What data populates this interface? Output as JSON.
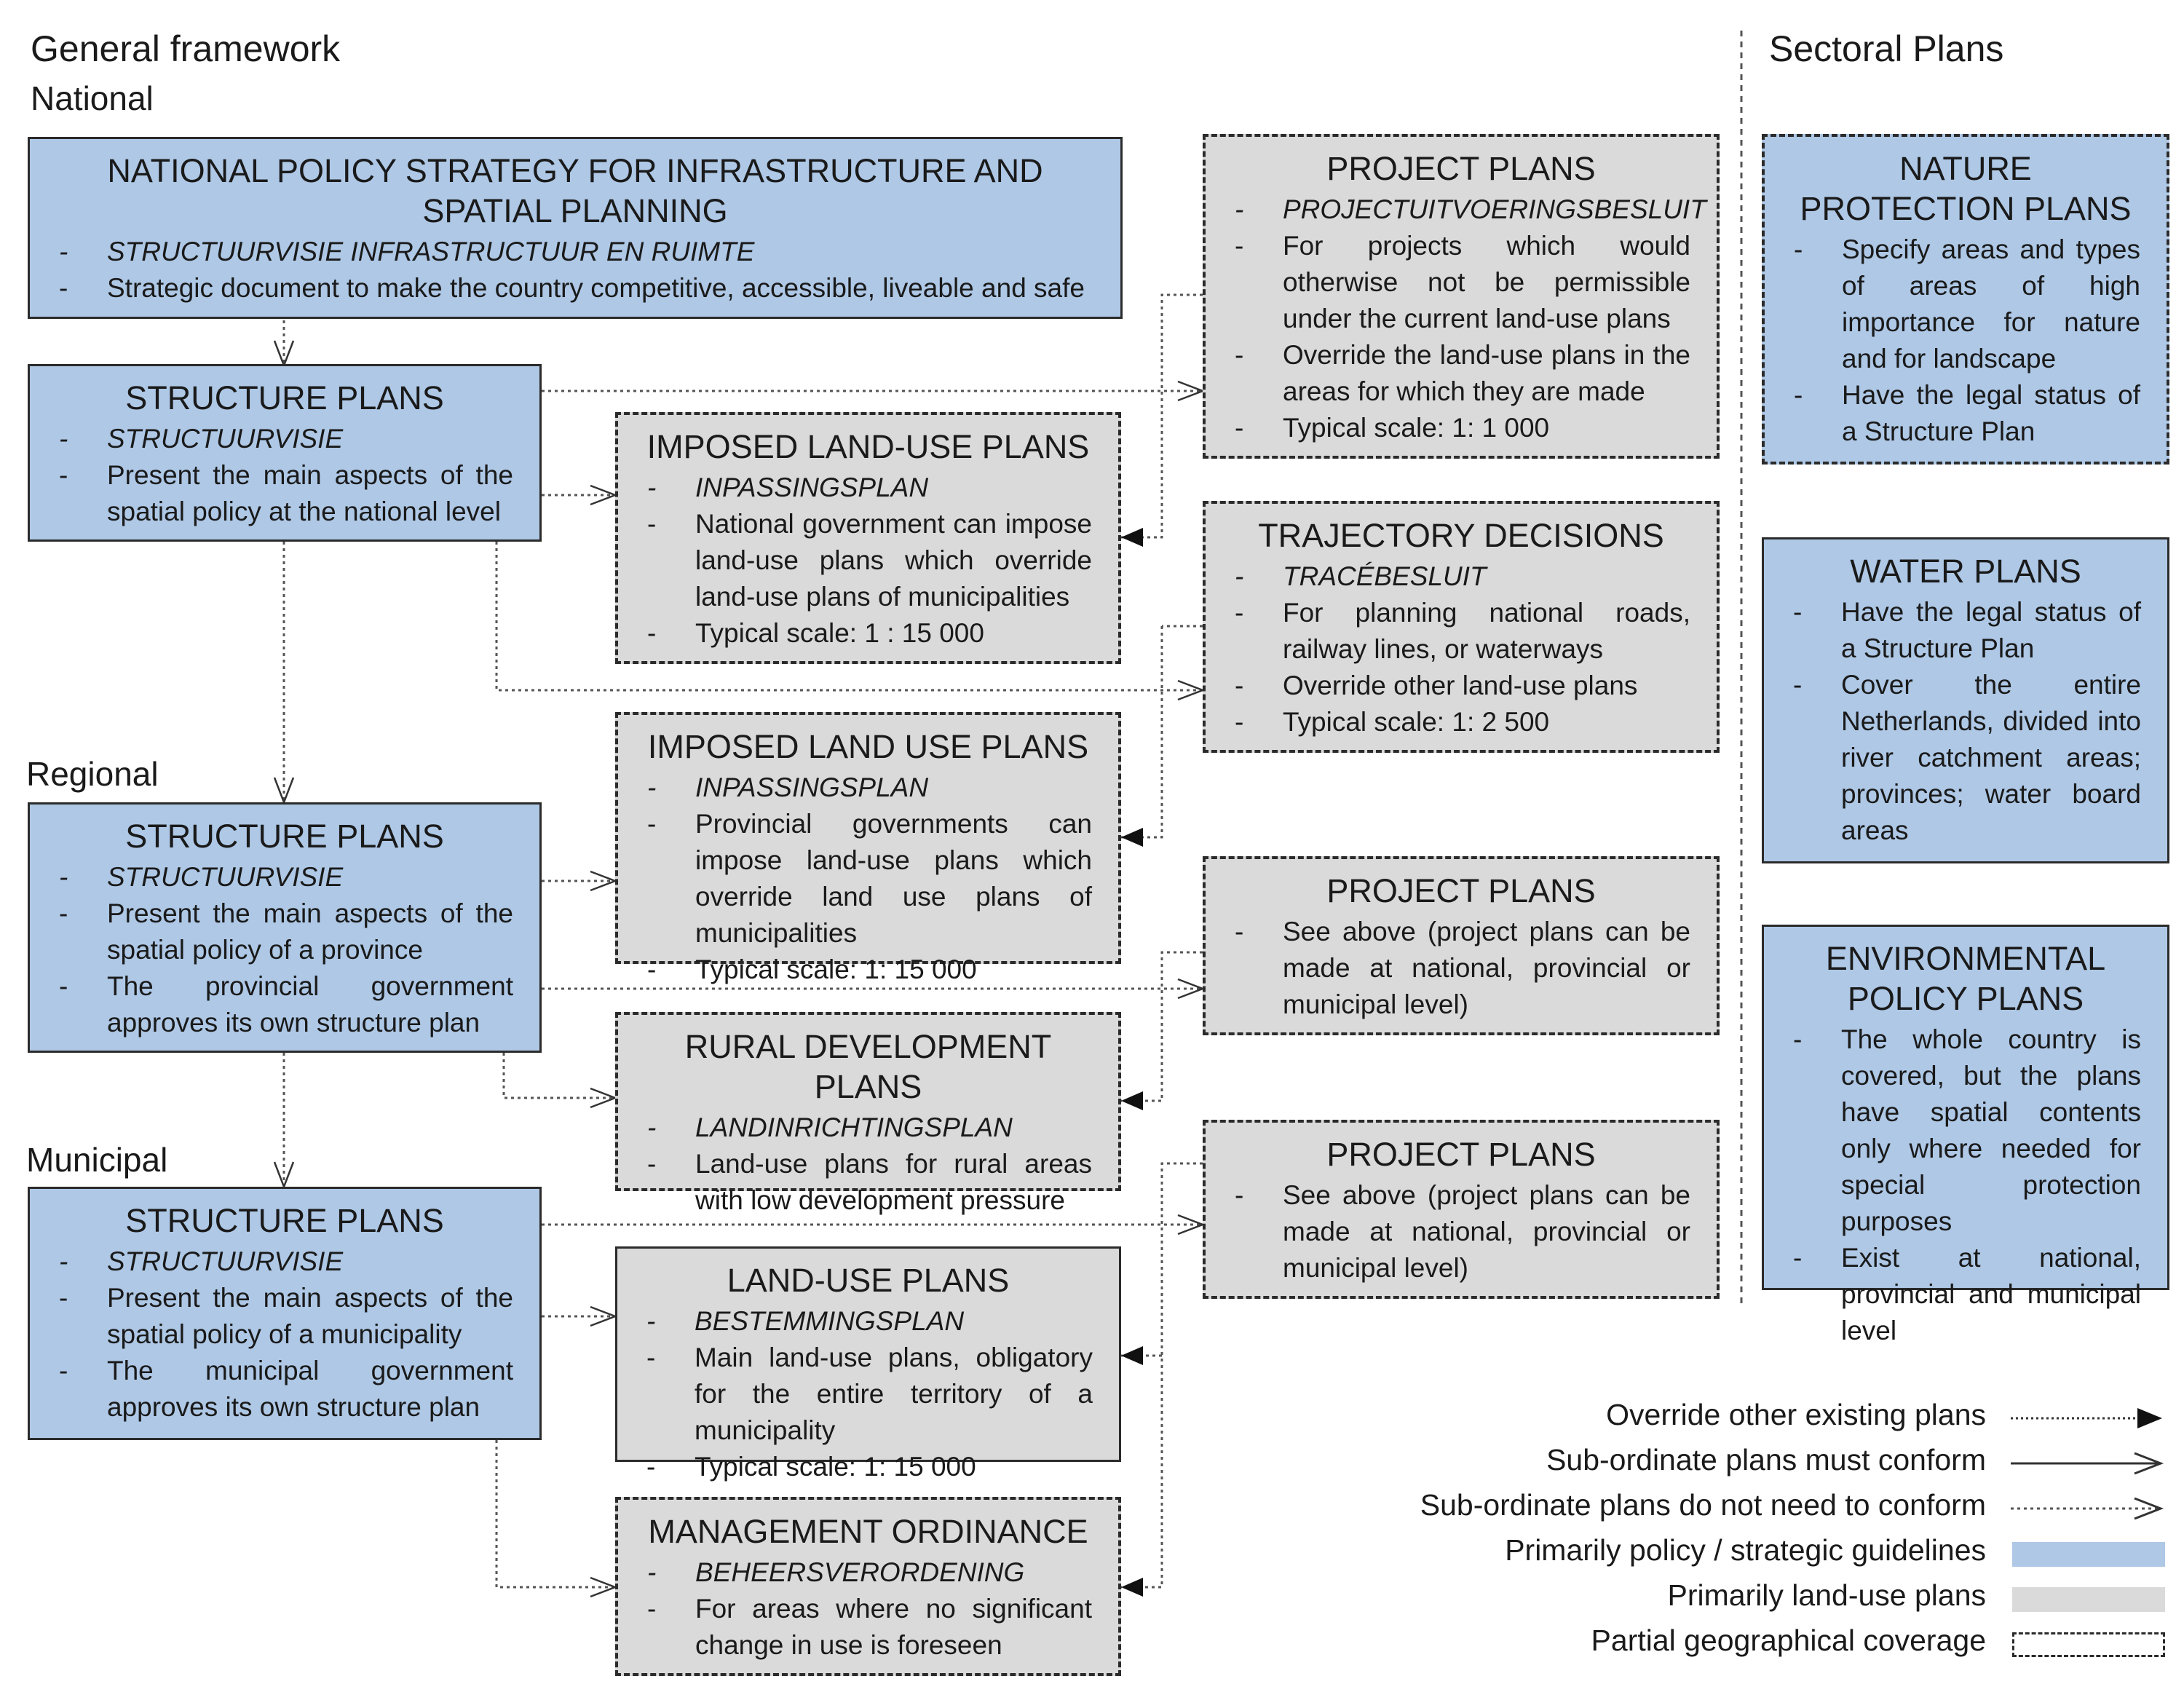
{
  "headings": {
    "general": "General framework",
    "sectoral": "Sectoral Plans",
    "national": "National",
    "regional": "Regional",
    "municipal": "Municipal"
  },
  "boxes": {
    "nps": {
      "title": "NATIONAL POLICY STRATEGY FOR INFRASTRUCTURE AND SPATIAL PLANNING",
      "items": [
        "STRUCTUURVISIE INFRASTRUCTUUR EN RUIMTE",
        "Strategic document to make the country competitive, accessible, liveable and safe"
      ]
    },
    "sp_nat": {
      "title": "STRUCTURE PLANS",
      "items": [
        "STRUCTUURVISIE",
        "Present the main aspects of the spatial policy at the national level"
      ]
    },
    "sp_reg": {
      "title": "STRUCTURE PLANS",
      "items": [
        "STRUCTUURVISIE",
        "Present the main aspects of the spatial policy of a province",
        "The provincial government approves its own structure plan"
      ]
    },
    "sp_mun": {
      "title": "STRUCTURE PLANS",
      "items": [
        "STRUCTUURVISIE",
        "Present the main aspects of the spatial policy of a municipality",
        "The municipal government approves its own structure plan"
      ]
    },
    "ilup1": {
      "title": "IMPOSED LAND-USE PLANS",
      "items": [
        "INPASSINGSPLAN",
        "National government can impose land-use plans which override land-use plans of municipalities",
        "Typical scale: 1 : 15 000"
      ]
    },
    "ilup2": {
      "title": "IMPOSED LAND USE PLANS",
      "items": [
        "INPASSINGSPLAN",
        "Provincial governments can impose land-use plans which override land use plans of municipalities",
        "Typical scale: 1: 15 000"
      ]
    },
    "rdp": {
      "title": "RURAL DEVELOPMENT PLANS",
      "items": [
        "LANDINRICHTINGSPLAN",
        "Land-use plans for rural areas with low development pressure"
      ]
    },
    "lup": {
      "title": "LAND-USE PLANS",
      "items": [
        "BESTEMMINGSPLAN",
        "Main land-use plans, obligatory for the entire territory of a municipality",
        "Typical scale: 1: 15 000"
      ]
    },
    "mo": {
      "title": "MANAGEMENT ORDINANCE",
      "items": [
        "BEHEERSVERORDENING",
        "For areas where no significant change in use is foreseen"
      ]
    },
    "pp1": {
      "title": "PROJECT PLANS",
      "items": [
        "PROJECTUITVOERINGSBESLUIT",
        "For projects which would otherwise not be permissible under the current land-use plans",
        "Override the land-use plans in the areas for which they are made",
        "Typical scale: 1: 1 000"
      ]
    },
    "td": {
      "title": "TRAJECTORY DECISIONS",
      "items": [
        "TRACÉBESLUIT",
        "For planning national roads, railway lines, or waterways",
        "Override other land-use plans",
        "Typical scale: 1: 2 500"
      ]
    },
    "pp2": {
      "title": "PROJECT PLANS",
      "items": [
        "See above (project plans can be made at national, provincial or municipal level)"
      ]
    },
    "pp3": {
      "title": "PROJECT PLANS",
      "items": [
        "See above (project plans can be made at national, provincial or municipal level)"
      ]
    },
    "npp": {
      "title": "NATURE PROTECTION PLANS",
      "items": [
        "Specify areas and types of areas of high importance for nature and for landscape",
        "Have the legal status of a Structure Plan"
      ]
    },
    "wp": {
      "title": "WATER PLANS",
      "items": [
        "Have the legal status of a Structure Plan",
        "Cover the entire Netherlands, divided into river catchment areas; provinces; water board areas"
      ]
    },
    "epp": {
      "title": "ENVIRONMENTAL POLICY PLANS",
      "items": [
        "The whole country is covered, but the plans have spatial contents only where needed for special protection purposes",
        "Exist at national, provincial and municipal level"
      ]
    }
  },
  "legend": [
    {
      "label": "Override other existing plans",
      "kind": "override-arrow"
    },
    {
      "label": "Sub-ordinate plans must conform",
      "kind": "solid-arrow"
    },
    {
      "label": "Sub-ordinate plans do not need to conform",
      "kind": "dotted-arrow"
    },
    {
      "label": "Primarily policy / strategic guidelines",
      "kind": "blue-swatch"
    },
    {
      "label": "Primarily land-use plans",
      "kind": "grey-swatch"
    },
    {
      "label": "Partial geographical coverage",
      "kind": "dashed-swatch"
    }
  ],
  "colors": {
    "policy": "#aec8e6",
    "landuse": "#dadada",
    "border": "#2b2b2b"
  }
}
